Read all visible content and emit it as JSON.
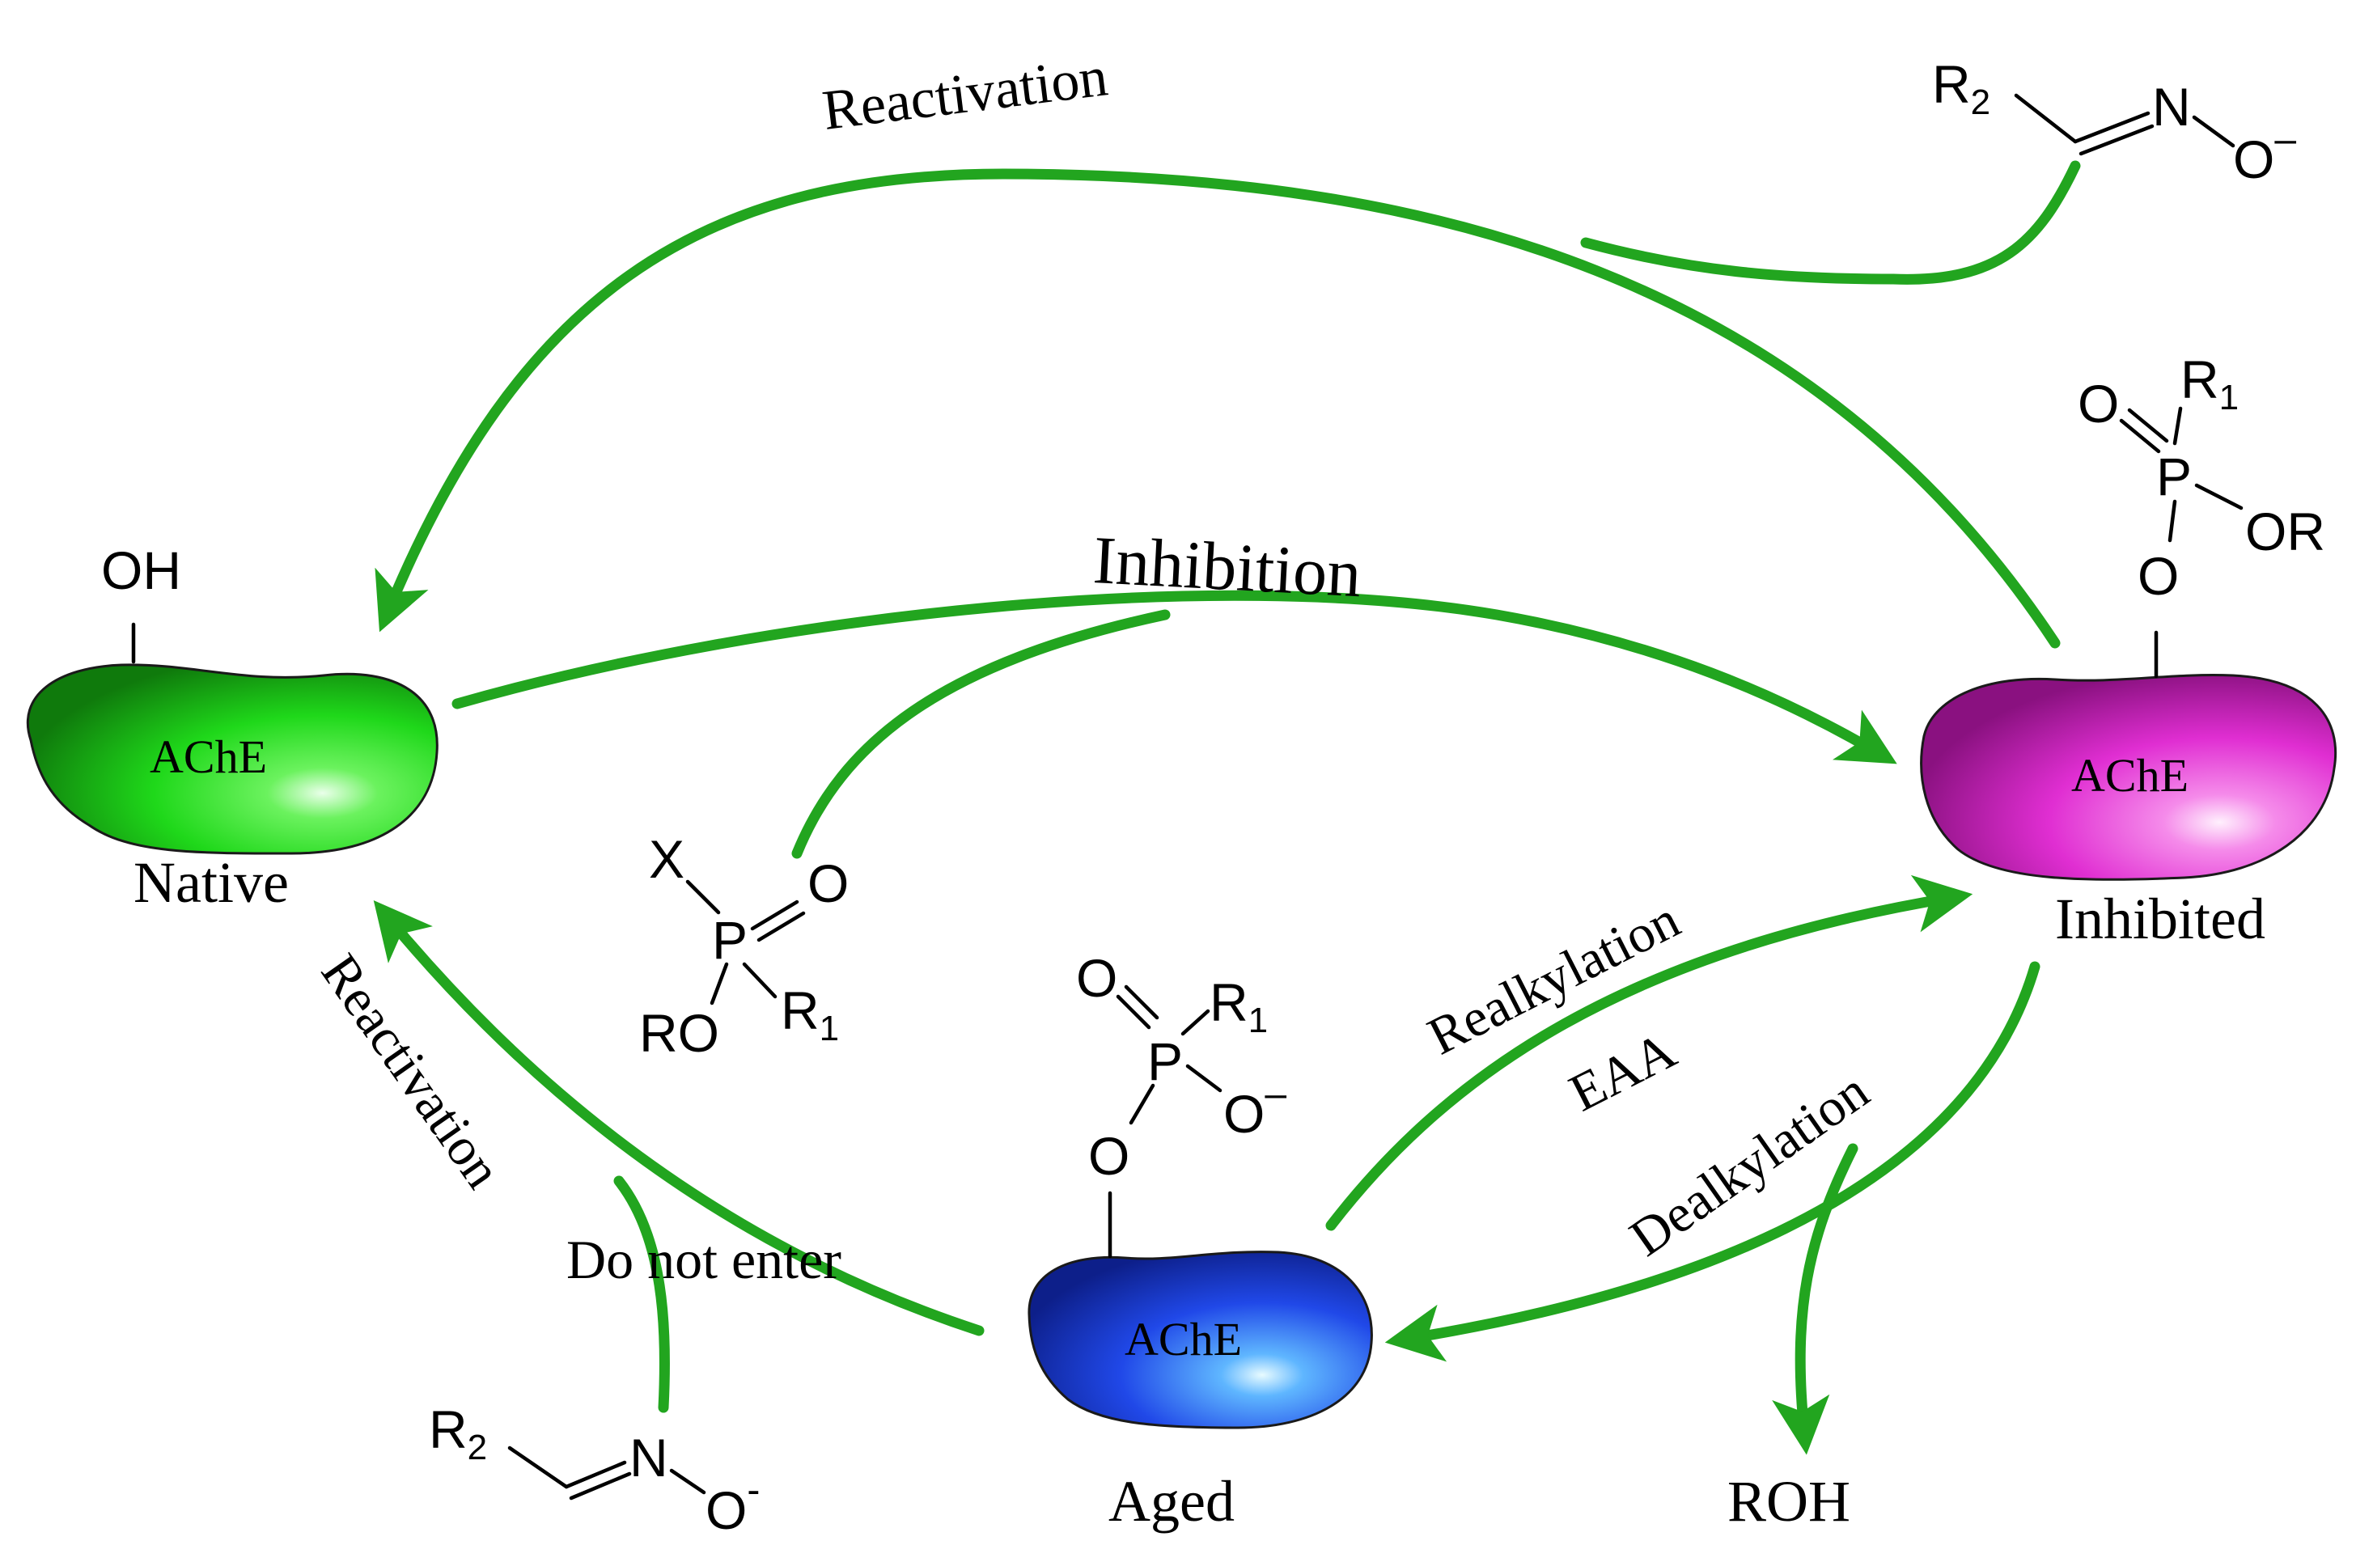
{
  "colors": {
    "arrow": "#22a51f",
    "native": "#1fd81a",
    "inhibited": "#e02ed2",
    "aged": "#2048e8",
    "text": "#000000",
    "background": "#ffffff"
  },
  "states": {
    "native": {
      "enzyme": "AChE",
      "label": "Native",
      "group": "OH"
    },
    "inhibited": {
      "enzyme": "AChE",
      "label": "Inhibited"
    },
    "aged": {
      "enzyme": "AChE",
      "label": "Aged"
    }
  },
  "processes": {
    "reactivation_top": "Reactivation",
    "inhibition": "Inhibition",
    "reactivation_left": "Reactivation",
    "do_not_enter": "Do not enter",
    "realkylation": "Realkylation",
    "eaa": "EAA",
    "dealkylation": "Dealkylation",
    "product": "ROH"
  },
  "molecules": {
    "oxime_top": {
      "r": "R",
      "r_sub": "2",
      "n": "N",
      "o": "O",
      "charge": "–"
    },
    "oxime_bottom": {
      "r": "R",
      "r_sub": "2",
      "n": "N",
      "o": "O",
      "charge": "-"
    },
    "organophosphate": {
      "x": "X",
      "p": "P",
      "o_double": "O",
      "ro": "RO",
      "r": "R",
      "r_sub": "1"
    },
    "inhibited_adduct": {
      "o_double": "O",
      "r": "R",
      "r_sub": "1",
      "p": "P",
      "or": "OR",
      "o_link": "O"
    },
    "aged_adduct": {
      "o_double": "O",
      "r": "R",
      "r_sub": "1",
      "p": "P",
      "o_minus": "O",
      "charge": "–",
      "o_link": "O"
    }
  }
}
